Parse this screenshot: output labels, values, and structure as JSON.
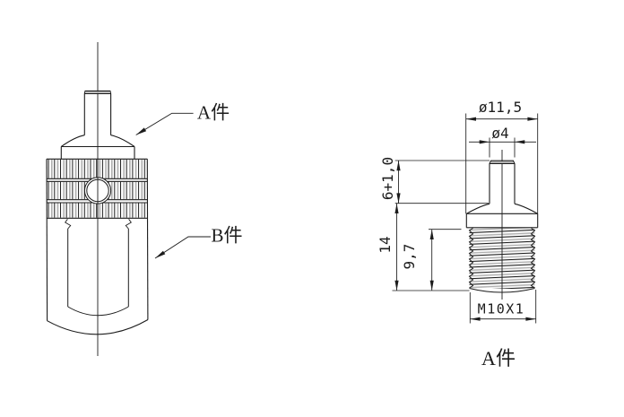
{
  "drawing": {
    "background_color": "#ffffff",
    "line_color": "#1c1c1c",
    "accent_gray": "#b0b0b0",
    "assembly_view": {
      "part_a_label": "A件",
      "part_b_label": "B件"
    },
    "part_a_view": {
      "caption": "A件",
      "dimensions": {
        "flange_diameter": "ø11,5",
        "stem_diameter": "ø4",
        "stem_height": "6+1,0",
        "overall_height": "14",
        "thread_length": "9,7",
        "thread_spec": "M10X1"
      }
    }
  }
}
